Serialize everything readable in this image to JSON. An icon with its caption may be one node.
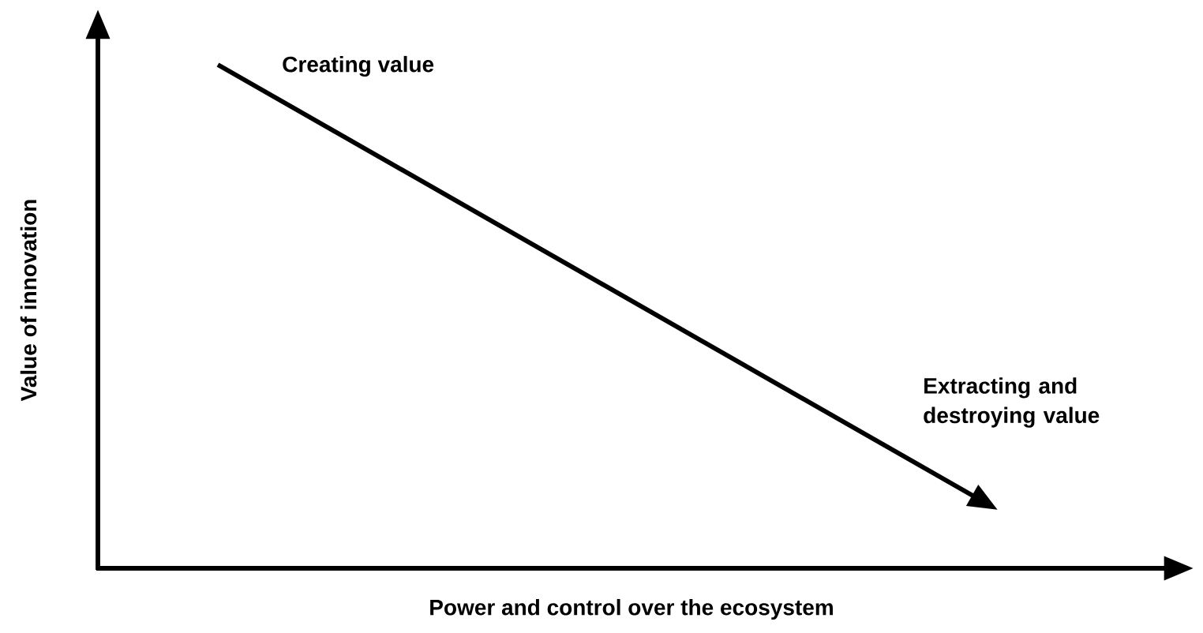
{
  "diagram": {
    "labels": [
      "Creating value",
      "Value of innovation",
      "Extracting and destroying value",
      "Power and control over the ecosystem"
    ]
  }
}
